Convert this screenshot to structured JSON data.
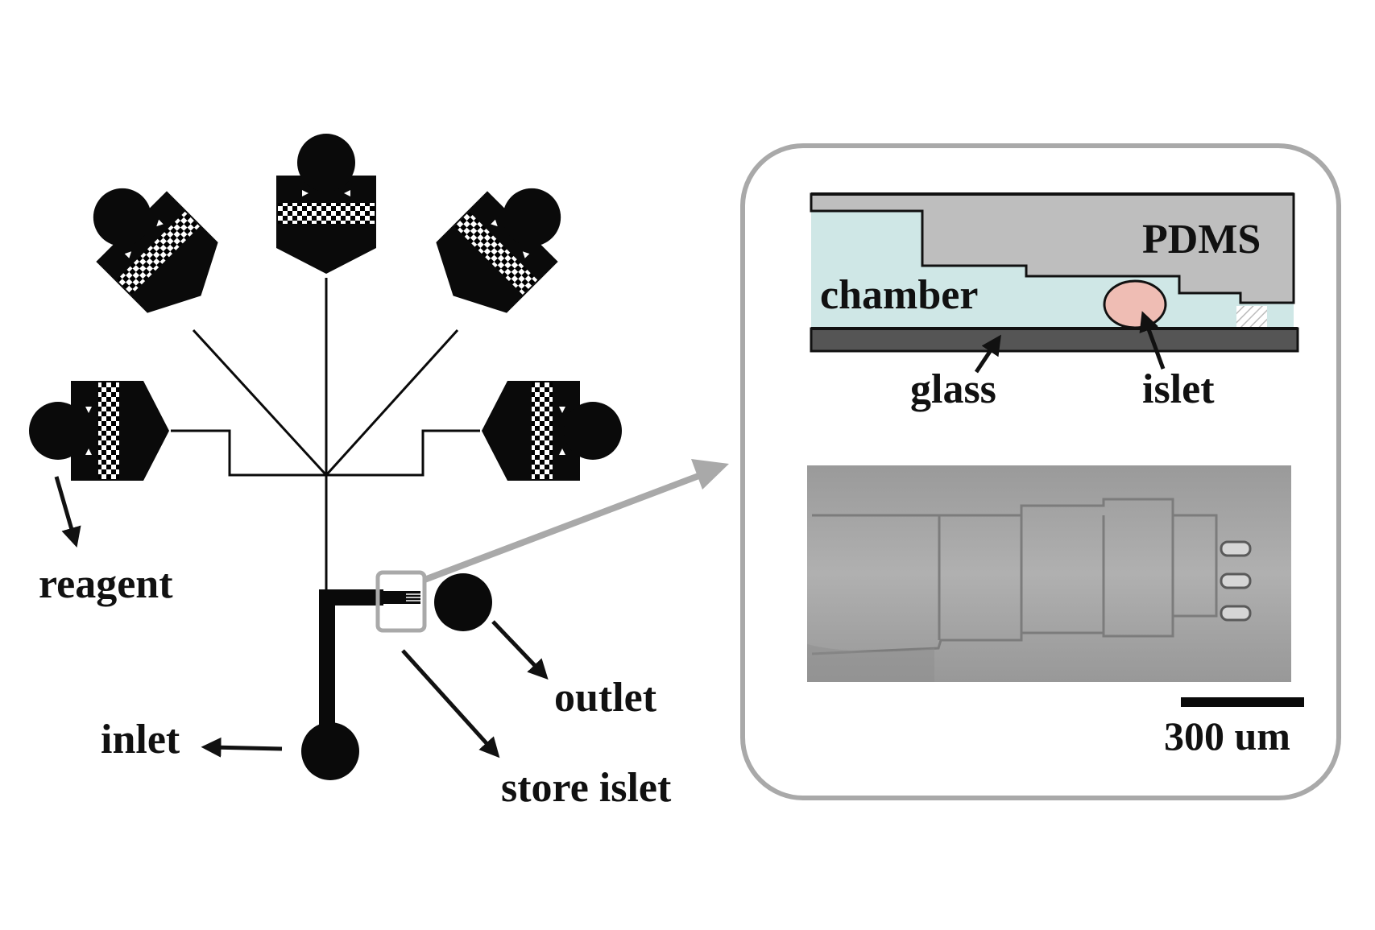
{
  "labels": {
    "reagent": "reagent",
    "inlet": "inlet",
    "outlet": "outlet",
    "store_islet": "store islet",
    "pdms": "PDMS",
    "chamber": "chamber",
    "glass": "glass",
    "islet": "islet",
    "scale_bar": "300 um"
  },
  "colors": {
    "device": "#0a0a0a",
    "chamber_fill": "#cfe7e6",
    "pdms_fill": "#bebebe",
    "glass_fill": "#555555",
    "islet_fill": "#efbdb4",
    "callout_gray": "#a9a9a9",
    "micrograph_bg": "#a4a4a4"
  },
  "icons": {
    "zoom_arrow": "arrow-right-icon",
    "pointer_arrows": "arrow-icon"
  }
}
